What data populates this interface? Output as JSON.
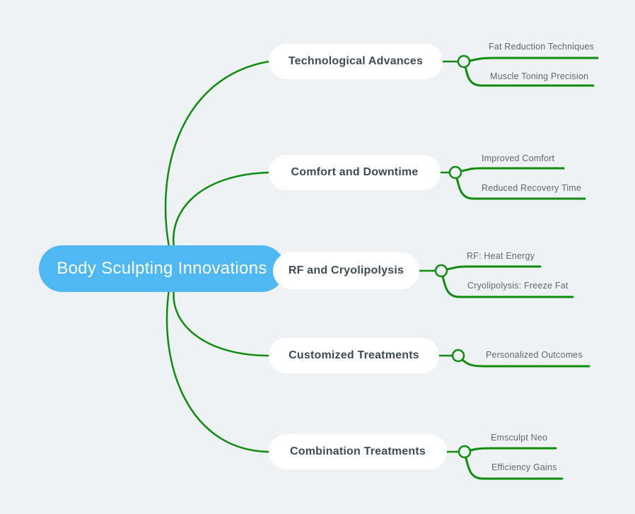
{
  "colors": {
    "background": "#eef2f4",
    "branch_line": "#0d8c0d",
    "root_fill": "#4fb8f3",
    "root_text": "#ffffff",
    "node_fill": "#ffffff",
    "node_text": "#3f4a52",
    "leaf_text": "#5d696e"
  },
  "mindmap": {
    "root": {
      "label": "Body Sculpting Innovations"
    },
    "branches": [
      {
        "label": "Technological Advances",
        "leaves": [
          "Fat Reduction Techniques",
          "Muscle Toning Precision"
        ]
      },
      {
        "label": "Comfort and Downtime",
        "leaves": [
          "Improved Comfort",
          "Reduced Recovery Time"
        ]
      },
      {
        "label": "RF and Cryolipolysis",
        "leaves": [
          "RF: Heat Energy",
          "Cryolipolysis: Freeze Fat"
        ]
      },
      {
        "label": "Customized Treatments",
        "leaves": [
          "Personalized Outcomes"
        ]
      },
      {
        "label": "Combination Treatments",
        "leaves": [
          "Emsculpt Neo",
          "Efficiency Gains"
        ]
      }
    ]
  }
}
